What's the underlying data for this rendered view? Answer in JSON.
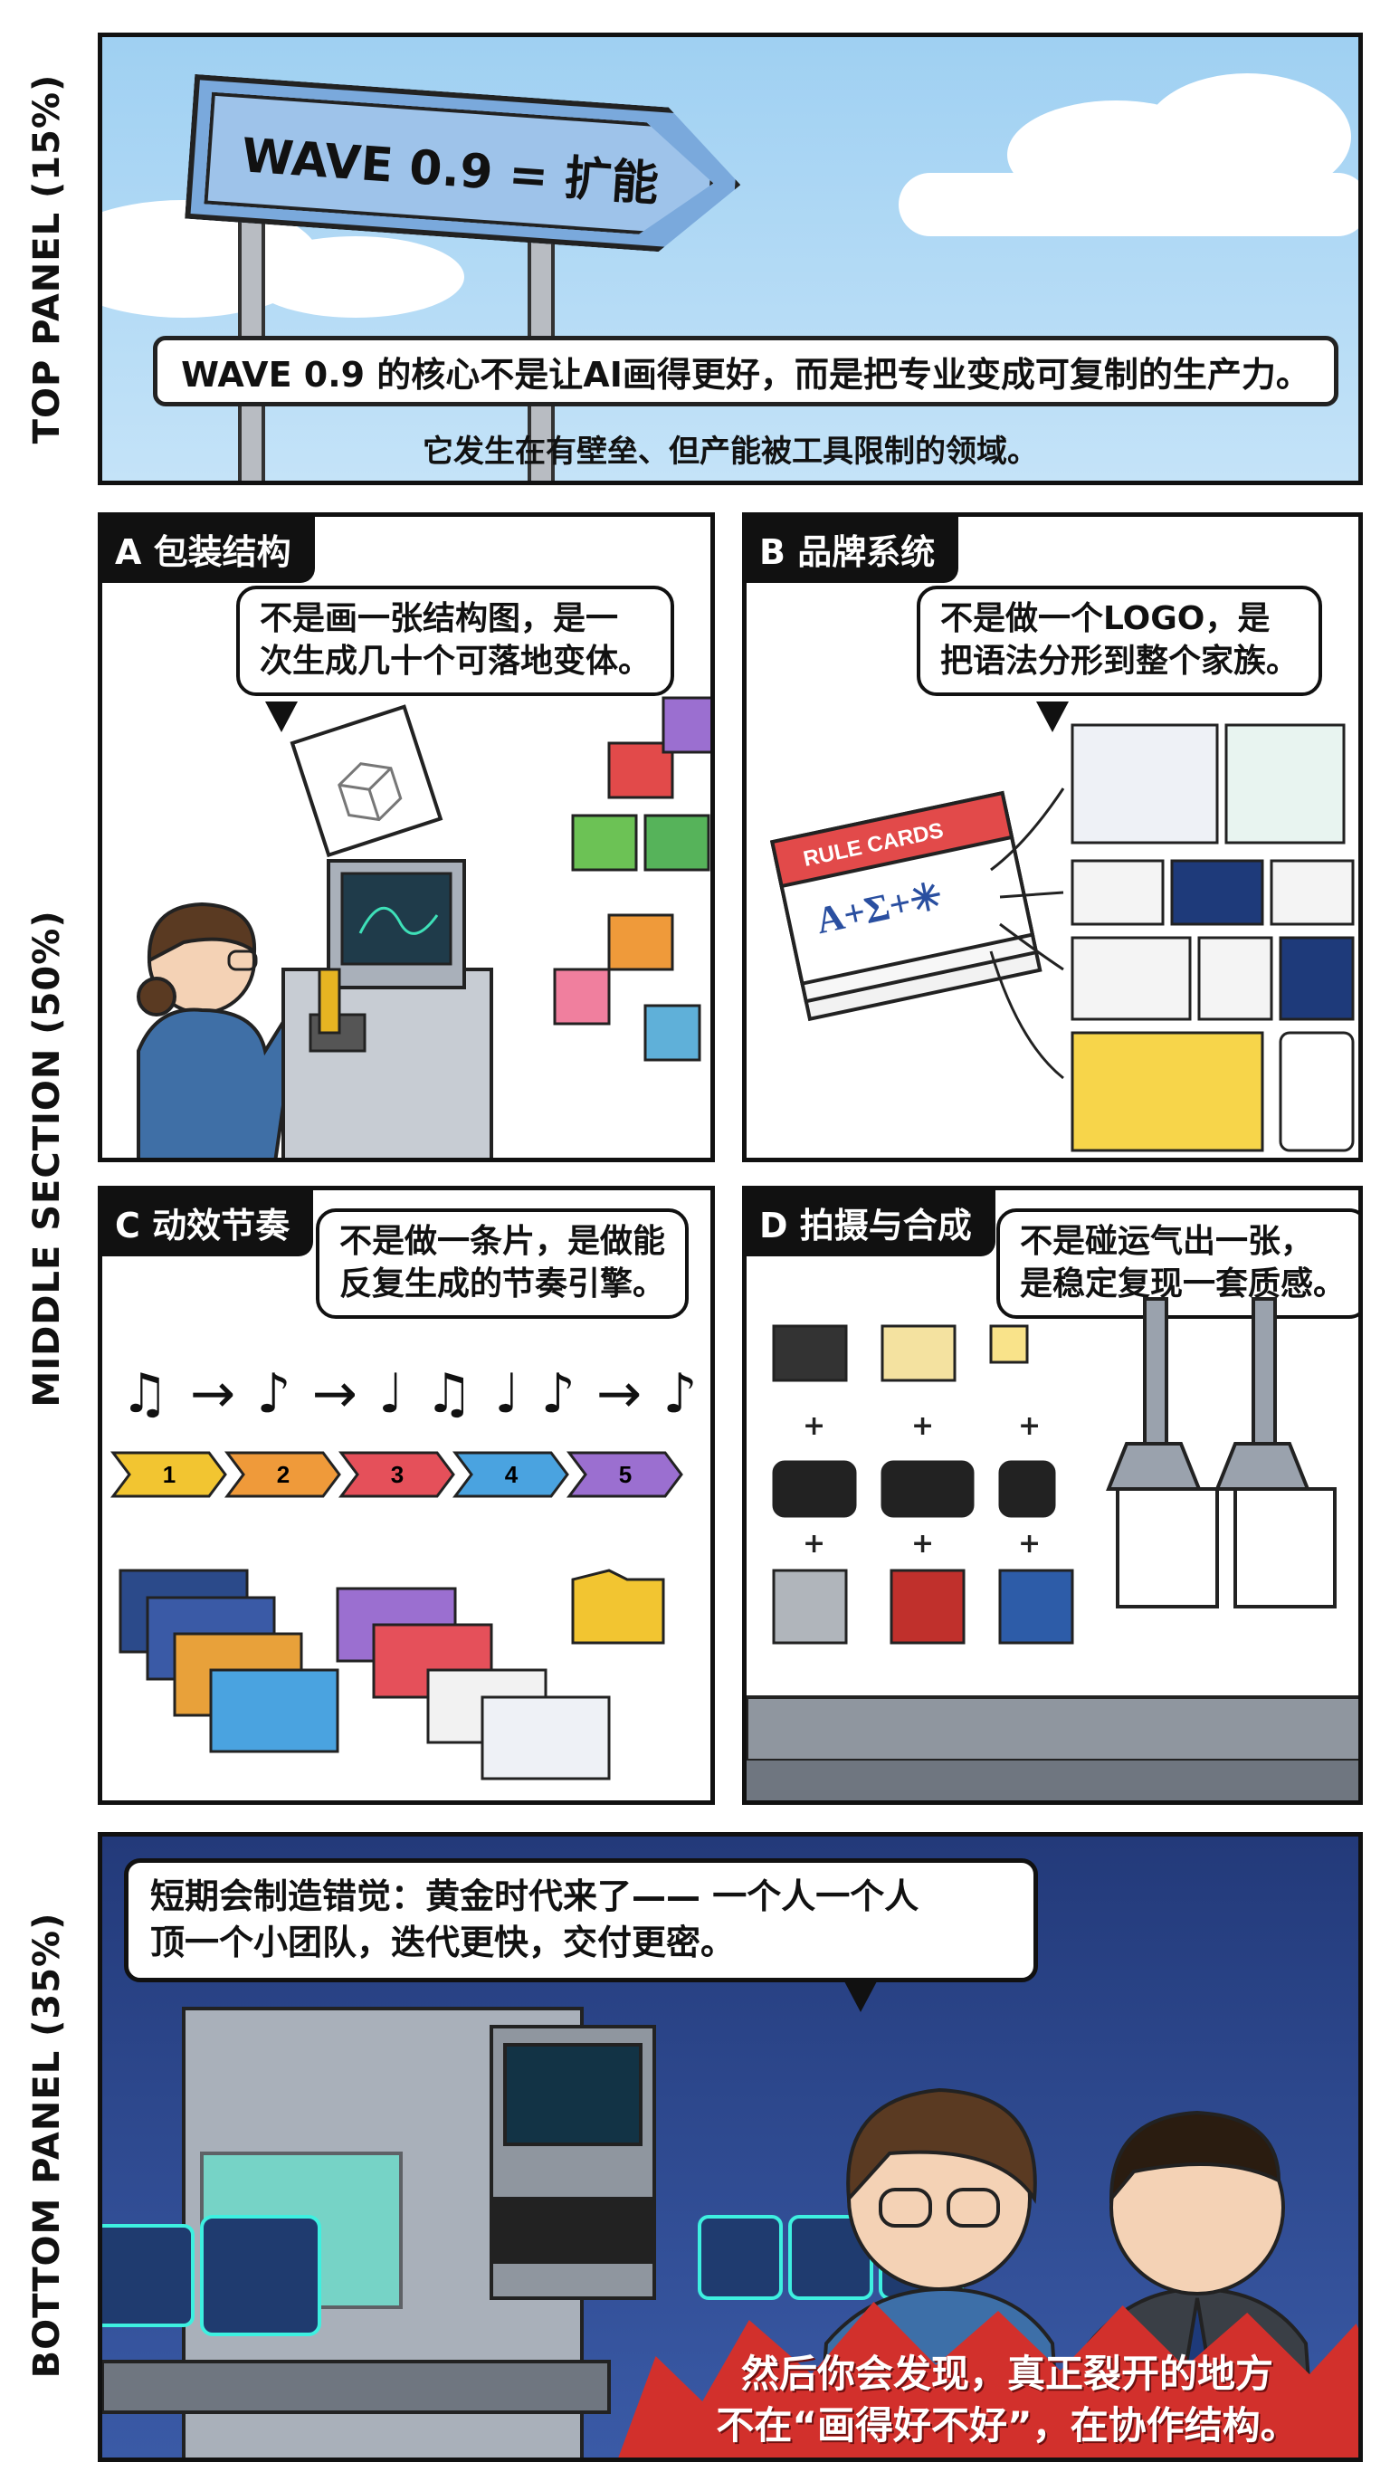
{
  "side_labels": {
    "top": "TOP PANEL (15%)",
    "middle": "MIDDLE SECTION (50%)",
    "bottom": "BOTTOM PANEL (35%)"
  },
  "top": {
    "sign": "WAVE 0.9 = 扩能",
    "caption": "WAVE 0.9 的核心不是让AI画得更好，而是把专业变成可复制的生产力。",
    "subcaption": "它发生在有壁垒、但产能被工具限制的领域。"
  },
  "panels": {
    "a": {
      "label": "A 包装结构",
      "bubble": [
        "不是画一张结构图，是一",
        "次生成几十个可落地变体。"
      ]
    },
    "b": {
      "label": "B 品牌系统",
      "bubble": [
        "不是做一个LOGO，是",
        "把语法分形到整个家族。"
      ],
      "card_title": "RULE CARDS",
      "card_symbols": "A+Σ+✳"
    },
    "c": {
      "label": "C 动效节奏",
      "bubble": [
        "不是做一条片，是做能",
        "反复生成的节奏引擎。"
      ],
      "steps": [
        "1",
        "2",
        "3",
        "4",
        "5"
      ]
    },
    "d": {
      "label": "D 拍摄与合成",
      "bubble": [
        "不是碰运气出一张，",
        "是稳定复现一套质感。"
      ]
    }
  },
  "bottom": {
    "bubble": [
      "短期会制造错觉：黄金时代来了—— 一个人一个人",
      "顶一个小团队，迭代更快，交付更密。"
    ],
    "burst": [
      "然后你会发现，真正裂开的地方",
      "不在“画得好不好”，在协作结构。"
    ]
  },
  "colors": {
    "sky": "#9fd0f2",
    "sign": "#7aa9dc",
    "bottom_bg": "#2d4a94",
    "burst": "#d2302c",
    "step_colors": [
      "#f2c531",
      "#ef9a3a",
      "#e5505a",
      "#4aa3e0",
      "#9b6fd0"
    ]
  }
}
